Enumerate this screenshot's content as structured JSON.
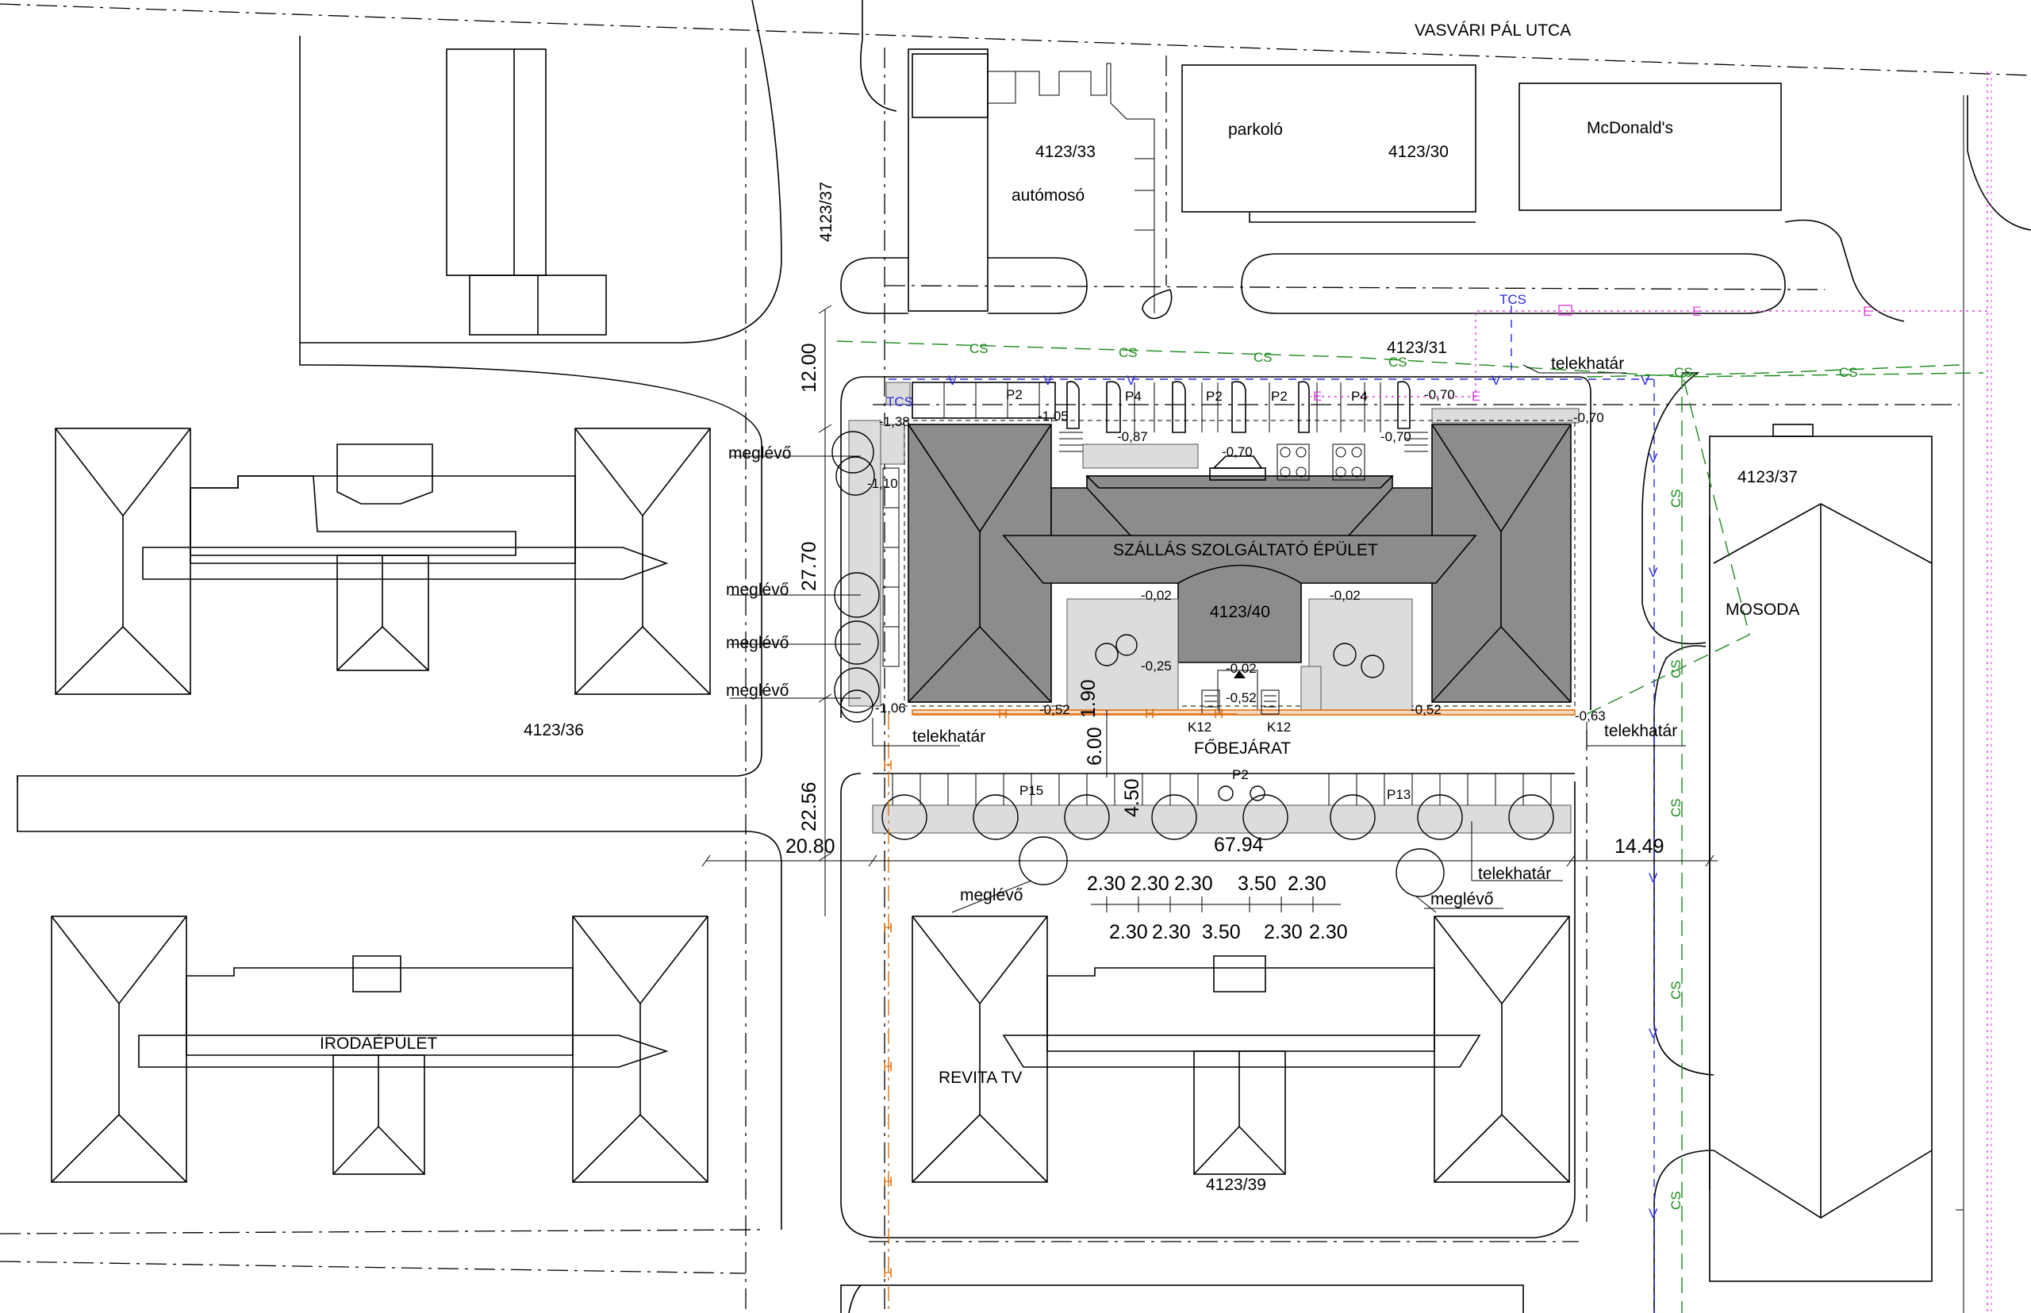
{
  "street": "VASVÁRI PÁL UTCA",
  "parcels": {
    "p33": "4123/33",
    "p30": "4123/30",
    "p37a": "4123/37",
    "p31": "4123/31",
    "p36": "4123/36",
    "p40": "4123/40",
    "p37b": "4123/37",
    "p39": "4123/39"
  },
  "buildings": {
    "carwash": "autómosó",
    "parking": "parkoló",
    "mcdonalds": "McDonald's",
    "main": "SZÁLLÁS SZOLGÁLTATÓ ÉPÜLET",
    "laundry": "MOSODA",
    "office": "IRODAÉPÜLET",
    "revita": "REVITA TV"
  },
  "labels": {
    "existing": "meglévő",
    "boundary": "telekhatár",
    "entrance": "FŐBEJÁRAT",
    "tcs": "TCS"
  },
  "parking_marks": {
    "p2": "P2",
    "p4": "P4",
    "p15": "P15",
    "p13": "P13",
    "k12": "K12"
  },
  "utility_marks": {
    "sewer": "CS",
    "water": "V",
    "electric": "E",
    "heat": "H"
  },
  "dimensions": {
    "d1200": "12.00",
    "d2770": "27.70",
    "d2256": "22.56",
    "d2080": "20.80",
    "d600": "6.00",
    "d190": "1.90",
    "d450": "4.50",
    "d6794": "67.94",
    "d1449": "14.49",
    "row1": [
      "2.30",
      "2.30",
      "2.30",
      "3.50",
      "2.30"
    ],
    "row2": [
      "2.30",
      "2.30",
      "3.50",
      "2.30",
      "2.30"
    ]
  },
  "levels": {
    "m105a": "-1,05",
    "m138": "-1,38",
    "m087": "-0,87",
    "m070a": "-0,70",
    "m070b": "-0,70",
    "m070c": "-0,70",
    "m070d": "-0,70",
    "m110": "-1,10",
    "m002a": "-0,02",
    "m002b": "-0,02",
    "m002c": "-0,02",
    "m025": "-0,25",
    "m052a": "-0,52",
    "m052b": "-0,52",
    "m052c": "-0,52",
    "m106": "-1,06",
    "m063": "-0,63"
  },
  "colors": {
    "sewer": "#1a8a1a",
    "water": "#2b2bd9",
    "electric": "#e040e0",
    "heat": "#e07010",
    "roof": "#8c8c8c",
    "paving": "#dcdcdc"
  }
}
